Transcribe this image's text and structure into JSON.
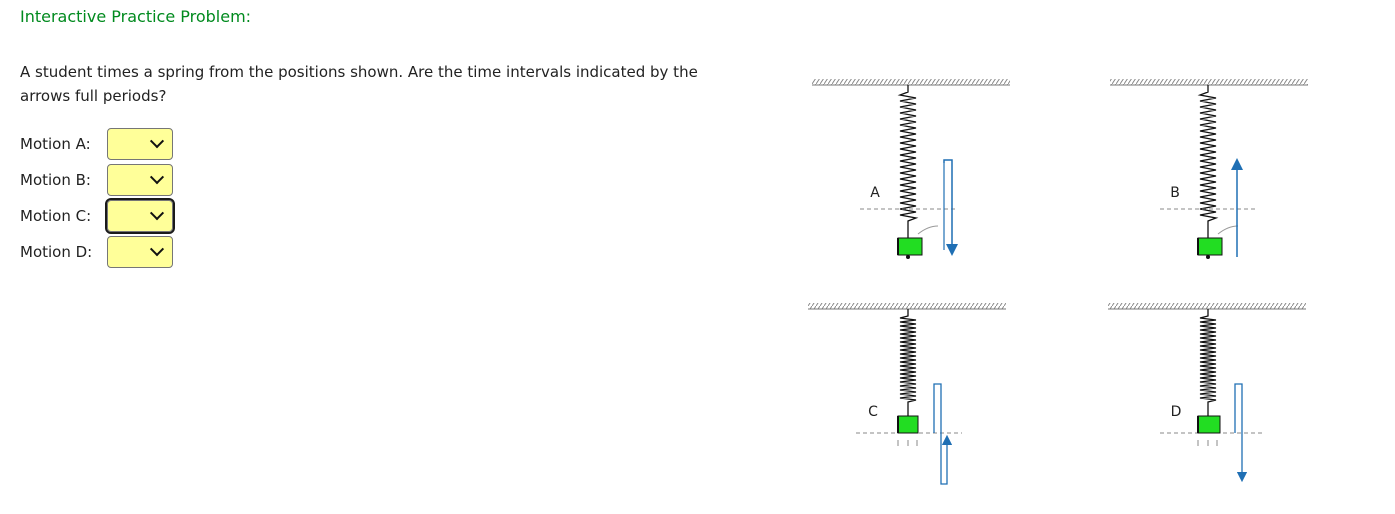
{
  "header": {
    "title": "Interactive Practice Problem:"
  },
  "question": {
    "text": "A student times a spring from the positions shown. Are the time intervals indicated by the arrows full periods?"
  },
  "motions": [
    {
      "label": "Motion A:",
      "value": ""
    },
    {
      "label": "Motion B:",
      "value": ""
    },
    {
      "label": "Motion C:",
      "value": ""
    },
    {
      "label": "Motion D:",
      "value": ""
    }
  ],
  "diagrams": [
    {
      "label": "A"
    },
    {
      "label": "B"
    },
    {
      "label": "C"
    },
    {
      "label": "D"
    }
  ],
  "colors": {
    "heading": "#008a1e",
    "select_bg": "#ffff99",
    "mass": "#22dd22",
    "arrow": "#1f6fb4"
  }
}
